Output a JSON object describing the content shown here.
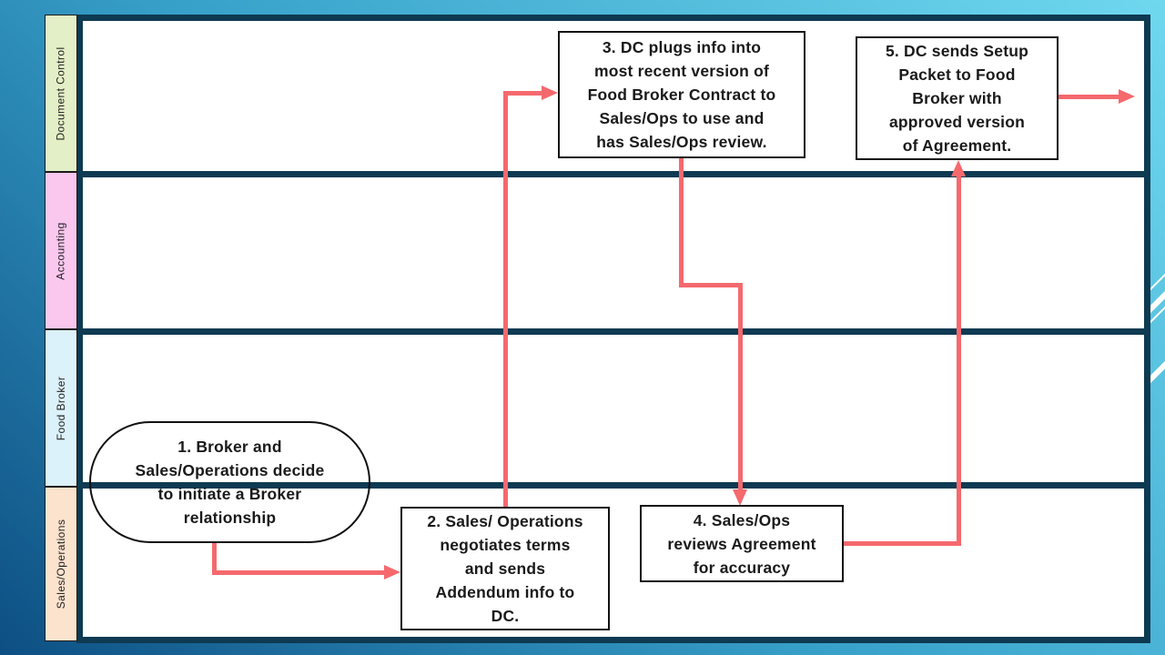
{
  "slide": {
    "accent_color": "#f5696d",
    "frame_color": "#0e3a52",
    "text_color": "#1a1a1a",
    "background": {
      "top": "#6fd8ef",
      "mid": "#37a0c9",
      "bottom": "#0d4f83"
    }
  },
  "swimlane_diagram": {
    "lanes": [
      {
        "label": "Document Control",
        "color": "#e3efc6"
      },
      {
        "label": "Accounting",
        "color": "#fac7ef"
      },
      {
        "label": "Food Broker",
        "color": "#dcf2fa"
      },
      {
        "label": "Sales/Operations",
        "color": "#fce3cd"
      }
    ],
    "steps": [
      {
        "id": 1,
        "lane": "Food Broker / Sales/Operations",
        "shape": "terminator",
        "text": "1. Broker and\nSales/Operations decide\nto initiate a Broker\nrelationship"
      },
      {
        "id": 2,
        "lane": "Sales/Operations",
        "shape": "process",
        "text": "2. Sales/ Operations\nnegotiates terms\nand sends\nAddendum info to\nDC."
      },
      {
        "id": 3,
        "lane": "Document Control",
        "shape": "process",
        "text": "3. DC plugs info into\nmost recent version of\nFood Broker Contract to\nSales/Ops to use and\nhas Sales/Ops review."
      },
      {
        "id": 4,
        "lane": "Sales/Operations",
        "shape": "process",
        "text": "4. Sales/Ops\nreviews Agreement\nfor accuracy"
      },
      {
        "id": 5,
        "lane": "Document Control",
        "shape": "process",
        "text": "5. DC sends Setup\nPacket to Food\nBroker with\napproved version\nof Agreement."
      }
    ],
    "connectors": [
      {
        "from": "step-1",
        "to": "step-2"
      },
      {
        "from": "step-2",
        "to": "step-3"
      },
      {
        "from": "step-3",
        "to": "step-4"
      },
      {
        "from": "step-4",
        "to": "step-5"
      },
      {
        "from": "step-5",
        "to": "off-slide-right"
      }
    ]
  }
}
